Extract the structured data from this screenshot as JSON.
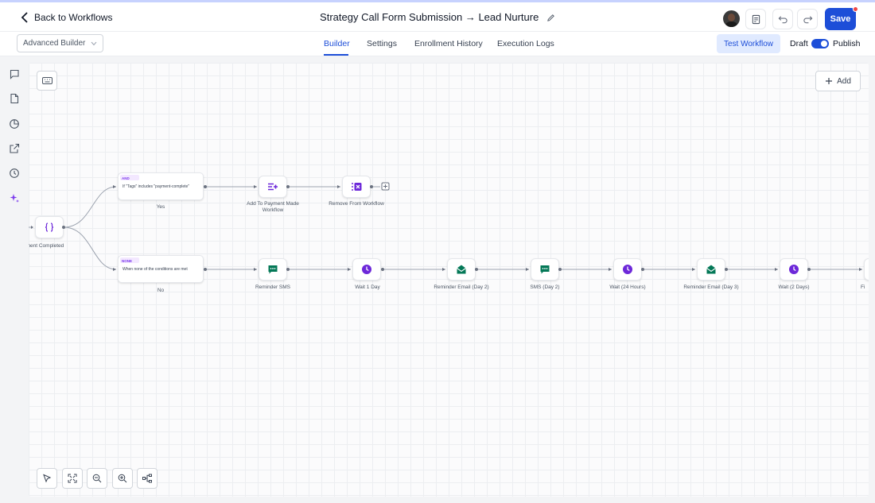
{
  "header": {
    "back_label": "Back to Workflows",
    "title": "Strategy Call Form Submission → Lead Nurture",
    "save_label": "Save"
  },
  "subbar": {
    "builder_select": "Advanced Builder",
    "tabs": [
      "Builder",
      "Settings",
      "Enrollment History",
      "Execution Logs"
    ],
    "active_tab": "Builder",
    "test_workflow": "Test Workflow",
    "draft_label": "Draft",
    "publish_label": "Publish",
    "publish_toggle_on": true
  },
  "canvas": {
    "add_label": "Add",
    "trigger_label": "ayment Completed",
    "branches": [
      {
        "tag": "AND",
        "condition": "If \"Tags\" includes \"payment-complete\"",
        "label": "Yes",
        "steps": [
          "Add To Payment Made Workflow",
          "Remove From Workflow"
        ]
      },
      {
        "tag": "NONE",
        "condition": "When none of the conditions are met",
        "label": "No",
        "steps": [
          "Reminder SMS",
          "Wait 1 Day",
          "Reminder Email (Day 2)",
          "SMS (Day 2)",
          "Wait (24 Hours)",
          "Reminder Email (Day 3)",
          "Wait (2 Days)",
          "Fi"
        ]
      }
    ]
  },
  "colors": {
    "accent": "#1d4ed8",
    "purple": "#6d28d9",
    "green": "#047857"
  }
}
